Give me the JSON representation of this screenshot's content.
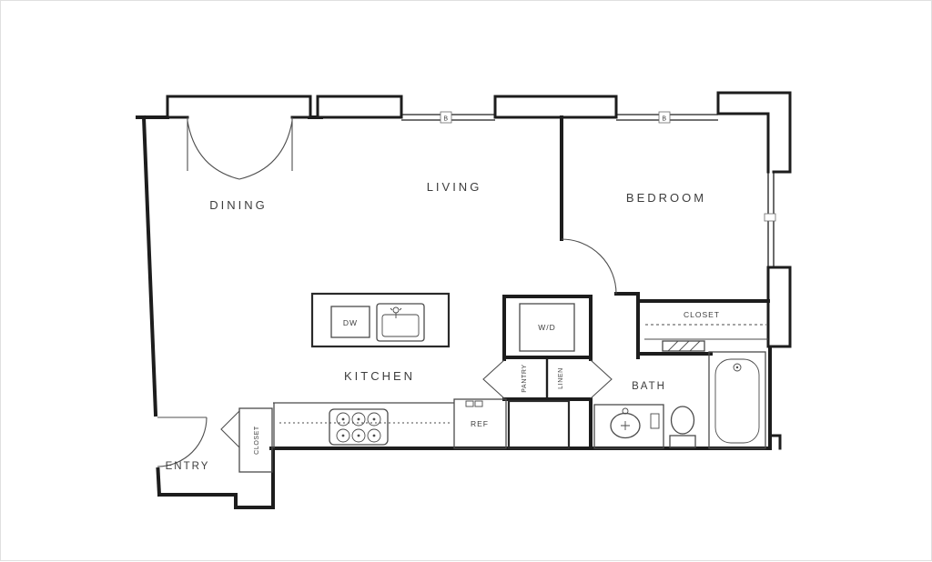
{
  "labels": {
    "dining": "DINING",
    "living": "LIVING",
    "bedroom": "BEDROOM",
    "kitchen": "KITCHEN",
    "entry": "ENTRY",
    "bath": "BATH",
    "bedroom_closet": "CLOSET",
    "entry_closet": "CLOSET",
    "pantry": "PANTRY",
    "linen": "LINEN",
    "washer_dryer": "W/D",
    "dishwasher": "DW",
    "refrigerator": "REF"
  },
  "window_tags": {
    "tag1": "B",
    "tag2": "B"
  },
  "colors": {
    "wall": "#1d1d1d",
    "fixture": "#4a4a4a",
    "text": "#3d3d3d",
    "background": "#ffffff"
  }
}
